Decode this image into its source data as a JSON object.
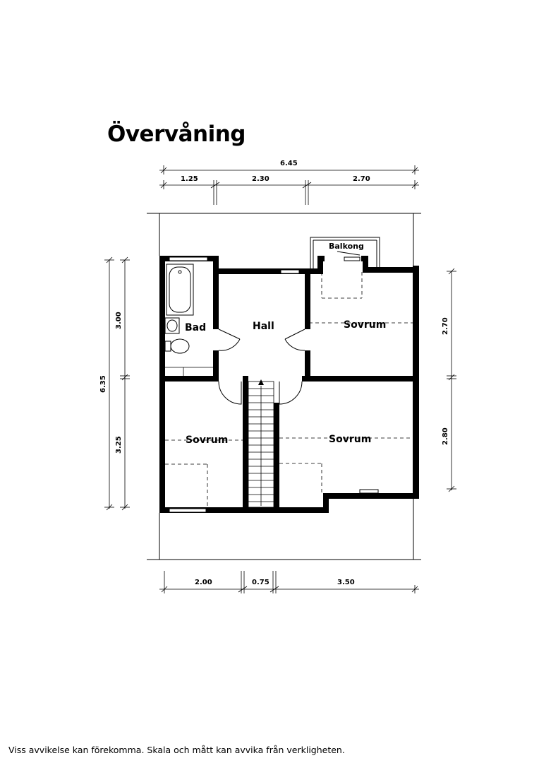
{
  "title": "Övervåning",
  "disclaimer": "Viss avvikelse kan förekomma. Skala och mått kan avvika från verkligheten.",
  "rooms": {
    "bad": "Bad",
    "hall": "Hall",
    "sovrum_upper_right": "Sovrum",
    "sovrum_lower_left": "Sovrum",
    "sovrum_lower_right": "Sovrum",
    "balkong": "Balkong"
  },
  "dimensions": {
    "top_total": "6.45",
    "top_1": "1.25",
    "top_2": "2.30",
    "top_3": "2.70",
    "left_total": "6.35",
    "left_upper": "3.00",
    "left_lower": "3.25",
    "right_upper": "2.70",
    "right_lower": "2.80",
    "bottom_1": "2.00",
    "bottom_2": "0.75",
    "bottom_3": "3.50"
  }
}
